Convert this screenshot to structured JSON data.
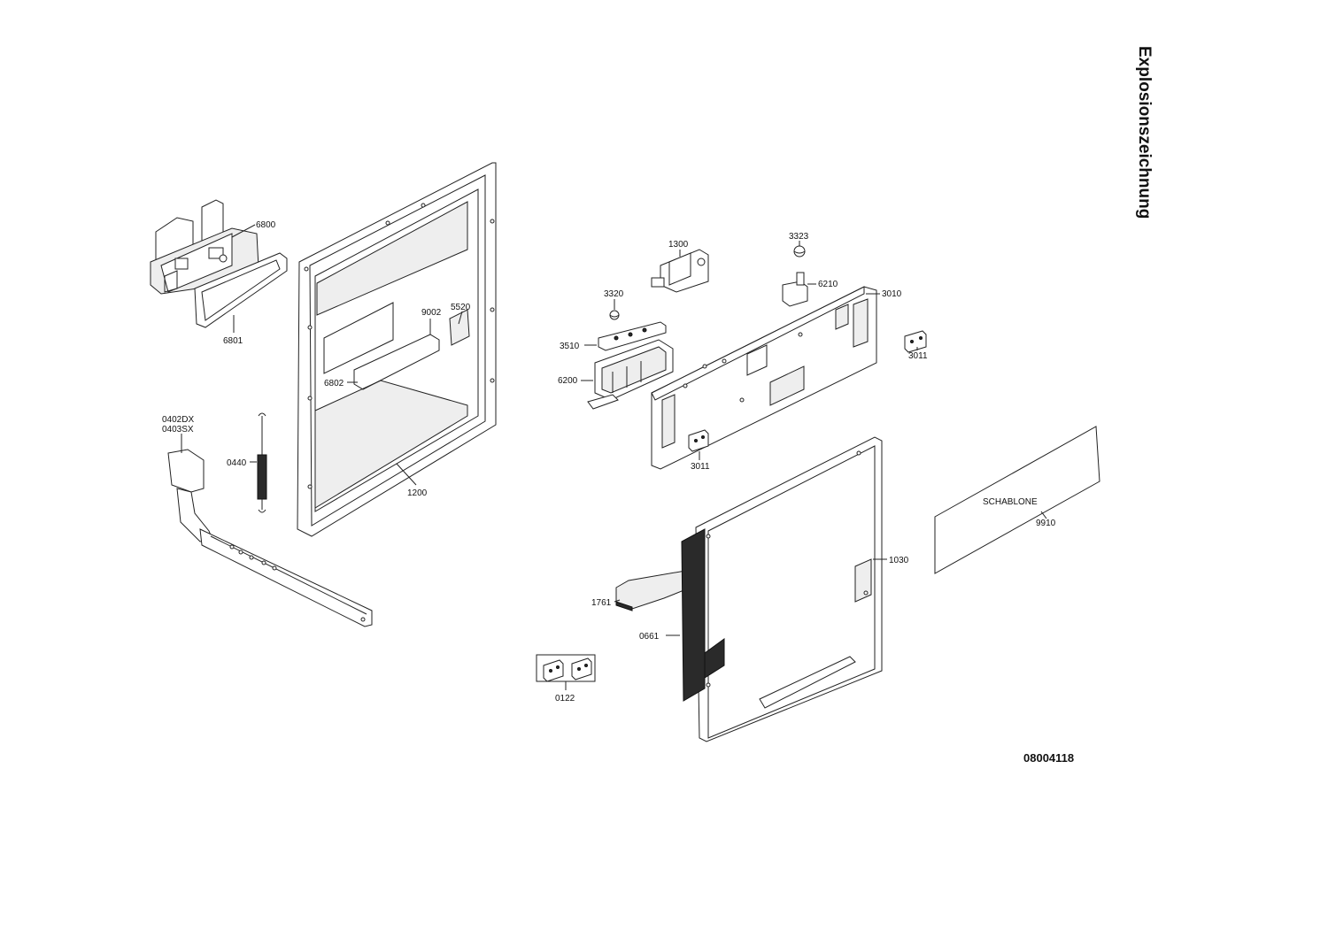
{
  "title": "Explosionszeichnung",
  "document_number": "08004118",
  "template_label": "SCHABLONE",
  "callouts": {
    "p6800": "6800",
    "p6801": "6801",
    "p0402": "0402DX",
    "p0403": "0403SX",
    "p0440": "0440",
    "p9002": "9002",
    "p5520": "5520",
    "p6802": "6802",
    "p1200": "1200",
    "p1300": "1300",
    "p3323": "3323",
    "p6210": "6210",
    "p3320": "3320",
    "p3010": "3010",
    "p3510": "3510",
    "p6200": "6200",
    "p3011a": "3011",
    "p3011b": "3011",
    "p9910": "9910",
    "p1030": "1030",
    "p1761": "1761",
    "p0661": "0661",
    "p0122": "0122"
  }
}
